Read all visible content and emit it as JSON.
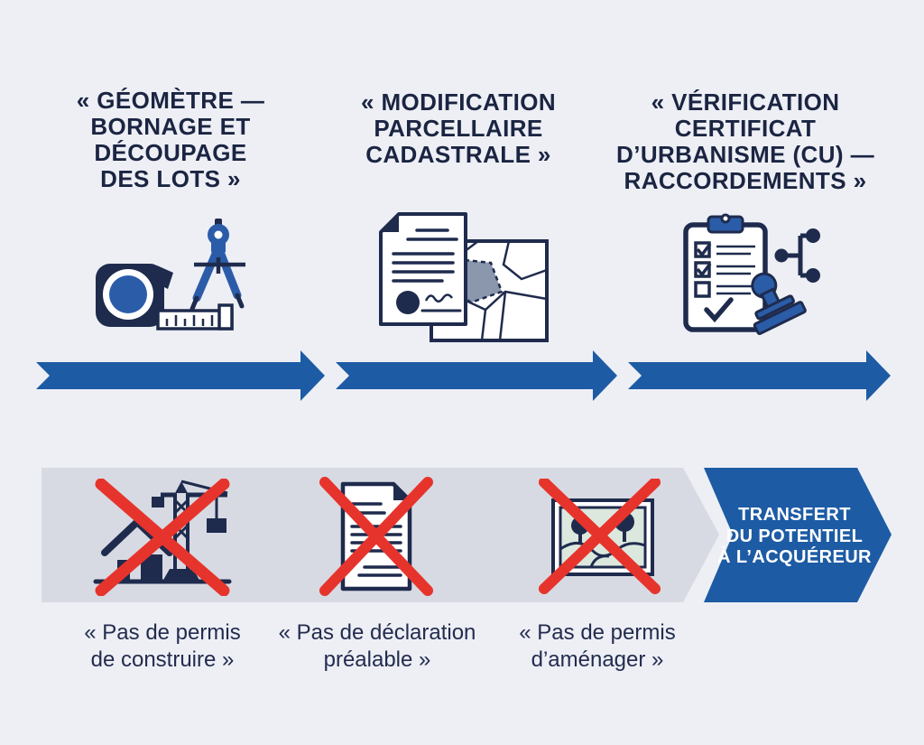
{
  "steps": [
    {
      "title": "« GÉOMÈTRE —\nBORNAGE ET\nDÉCOUPAGE\nDES LOTS »",
      "icon": "tape-measure-and-compass-icon"
    },
    {
      "title": "« MODIFICATION\nPARCELLAIRE\nCADASTRALE »",
      "icon": "deed-and-cadastral-map-icon"
    },
    {
      "title": "« VÉRIFICATION\nCERTIFICAT\nD’URBANISME (CU) —\nRACCORDEMENTS »",
      "icon": "checklist-stamp-and-connections-icon"
    }
  ],
  "restrictions": [
    {
      "caption": "« Pas de permis\nde construire »",
      "icon": "house-and-crane-crossed-icon"
    },
    {
      "caption": "« Pas de déclaration\npréalable »",
      "icon": "document-crossed-icon"
    },
    {
      "caption": "« Pas de permis\nd’aménager »",
      "icon": "site-plan-crossed-icon"
    }
  ],
  "banner": {
    "label": "TRANSFERT\nDU POTENTIEL\nÀ L’ACQUÉREUR"
  },
  "colors": {
    "background": "#edeff5",
    "navy": "#1f2b4d",
    "text_navy": "#1b2542",
    "blue": "#1d5ba4",
    "icon_blue": "#2b5ca8",
    "band_gray": "#d7dae2",
    "red": "#e6342c",
    "parcel_fill": "#8b97ad",
    "map_mint": "#dce8de",
    "white": "#ffffff"
  }
}
